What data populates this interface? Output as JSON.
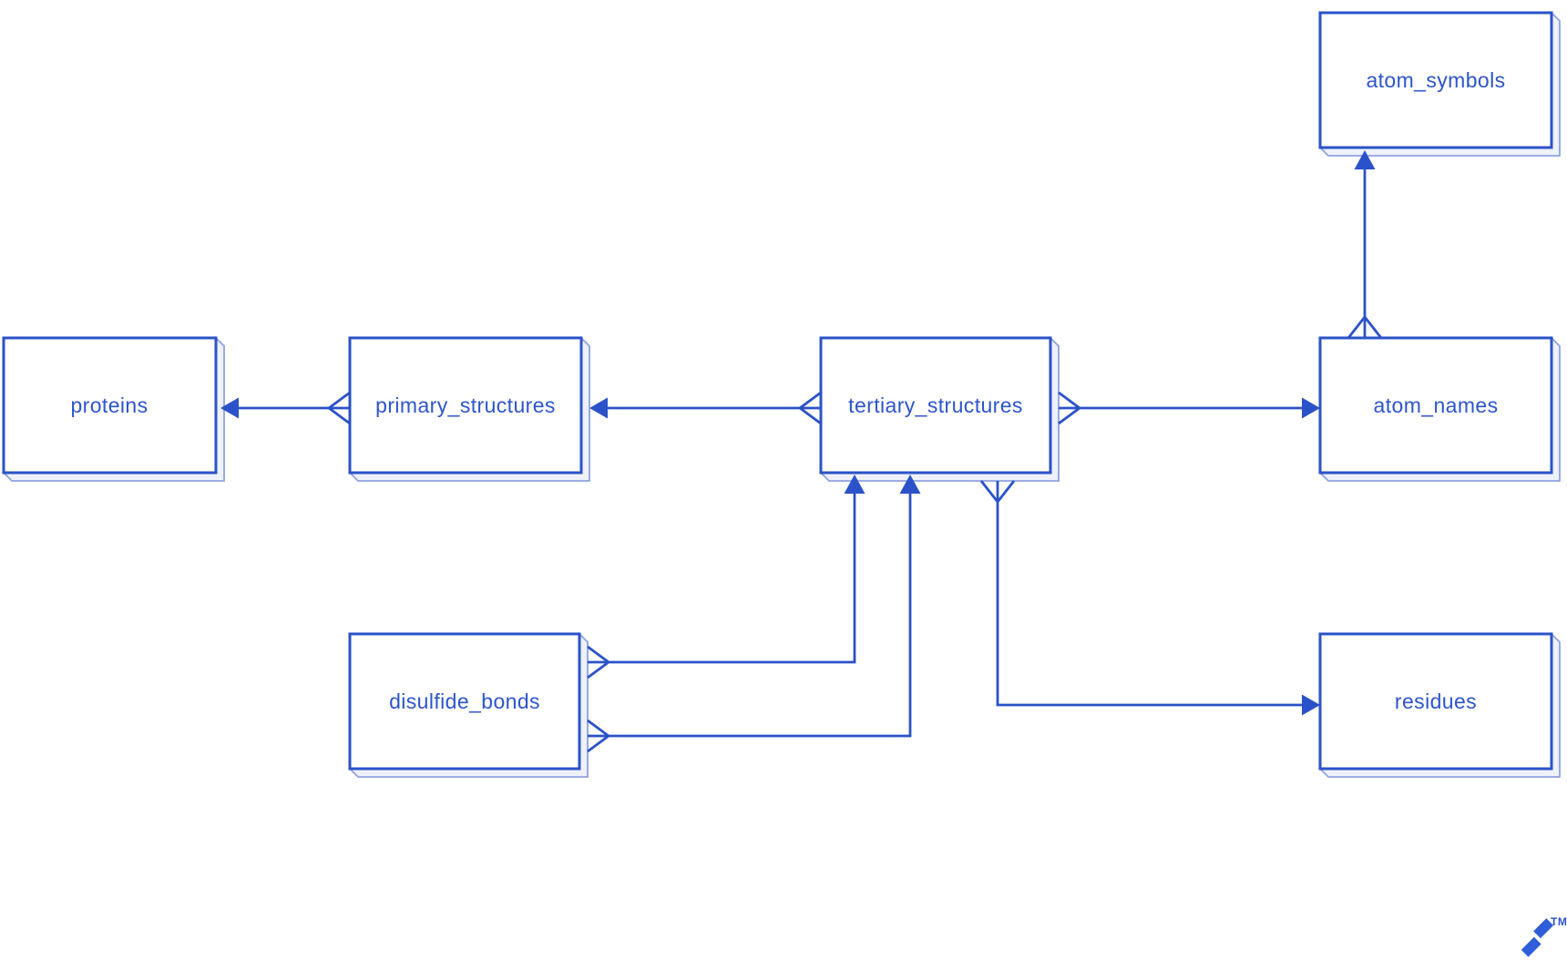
{
  "diagram": {
    "type": "entity-relationship",
    "background_color": "#ffffff",
    "accent_color": "#2b52c8",
    "text_color": "#2d55cd",
    "lip_fill_color": "#eef1fa",
    "lip_stroke_color": "#8fa2e2",
    "entities": [
      {
        "id": "proteins",
        "label": "proteins"
      },
      {
        "id": "primary_structures",
        "label": "primary_structures"
      },
      {
        "id": "tertiary_structures",
        "label": "tertiary_structures"
      },
      {
        "id": "atom_names",
        "label": "atom_names"
      },
      {
        "id": "atom_symbols",
        "label": "atom_symbols"
      },
      {
        "id": "disulfide_bonds",
        "label": "disulfide_bonds"
      },
      {
        "id": "residues",
        "label": "residues"
      }
    ],
    "relationships": [
      {
        "from": "primary_structures",
        "to": "proteins",
        "from_marker": "crow-foot-many",
        "to_marker": "arrow"
      },
      {
        "from": "tertiary_structures",
        "to": "primary_structures",
        "from_marker": "crow-foot-many",
        "to_marker": "arrow"
      },
      {
        "from": "tertiary_structures",
        "to": "atom_names",
        "from_marker": "crow-foot-many",
        "to_marker": "arrow"
      },
      {
        "from": "atom_names",
        "to": "atom_symbols",
        "from_marker": "crow-foot-many",
        "to_marker": "arrow"
      },
      {
        "from": "disulfide_bonds",
        "to": "tertiary_structures",
        "from_marker": "crow-foot-many",
        "to_marker": "arrow"
      },
      {
        "from": "disulfide_bonds",
        "to": "tertiary_structures",
        "from_marker": "crow-foot-many",
        "to_marker": "arrow"
      },
      {
        "from": "tertiary_structures",
        "to": "residues",
        "from_marker": "crow-foot-many",
        "to_marker": "arrow"
      }
    ]
  },
  "branding": {
    "logo": "toptal-logo",
    "trademark": "TM",
    "logo_color": "#2f5ed8"
  }
}
